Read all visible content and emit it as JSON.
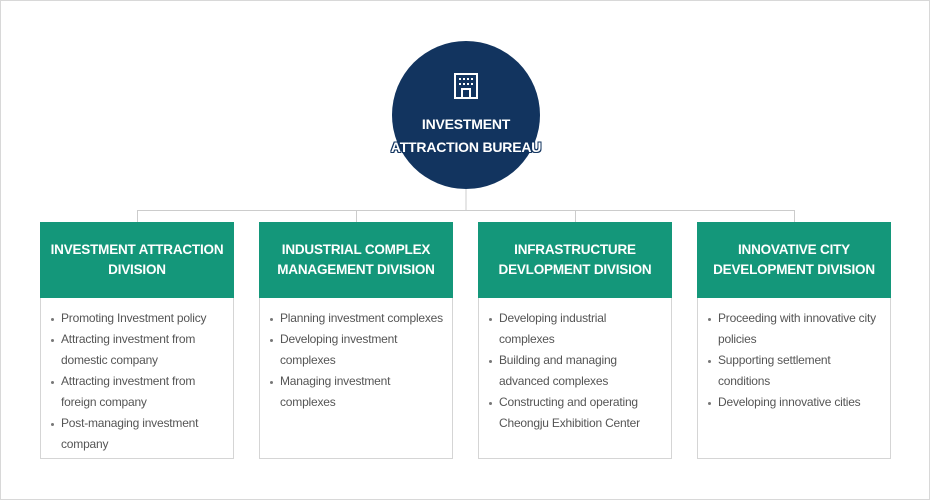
{
  "bureau": {
    "title_line1": "INVESTMENT",
    "title_line2": "ATTRACTION BUREAU",
    "icon": "building-icon"
  },
  "colors": {
    "bureau_bg": "#12345f",
    "division_header": "#14977a",
    "connector": "#cccccc"
  },
  "divisions": [
    {
      "title_line1": "INVESTMENT ATTRACTION",
      "title_line2": "DIVISION",
      "items": [
        "Promoting Investment policy",
        "Attracting investment from domestic company",
        "Attracting investment from foreign company",
        "Post-managing investment company"
      ]
    },
    {
      "title_line1": "INDUSTRIAL COMPLEX",
      "title_line2": "MANAGEMENT DIVISION",
      "items": [
        "Planning investment complexes",
        "Developing investment complexes",
        "Managing investment complexes"
      ]
    },
    {
      "title_line1": "INFRASTRUCTURE",
      "title_line2": "DEVLOPMENT DIVISION",
      "items": [
        "Developing industrial complexes",
        "Building and managing advanced complexes",
        "Constructing and operating Cheongju Exhibition Center"
      ]
    },
    {
      "title_line1": "INNOVATIVE CITY",
      "title_line2": "DEVELOPMENT DIVISION",
      "items": [
        "Proceeding with innovative city policies",
        "Supporting settlement conditions",
        "Developing innovative cities"
      ]
    }
  ]
}
